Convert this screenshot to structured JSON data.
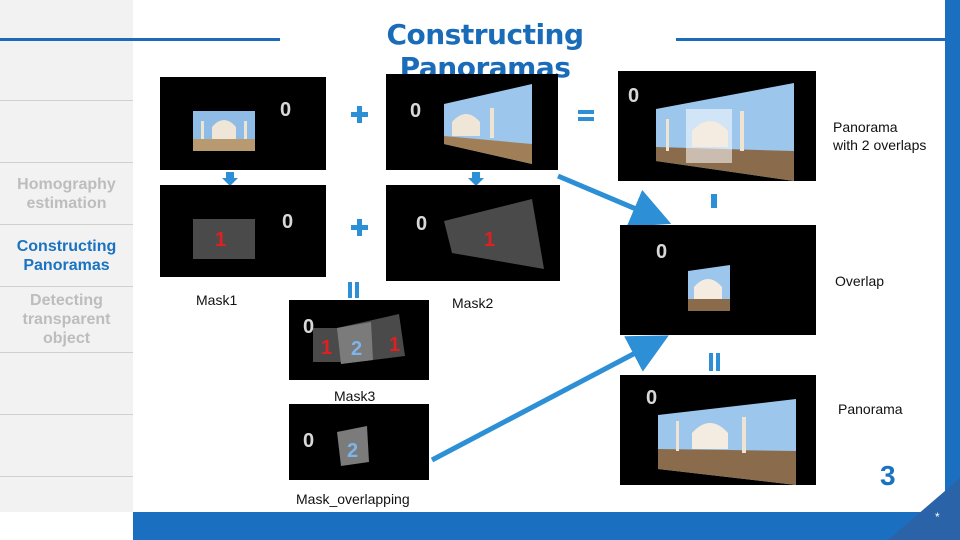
{
  "slide": {
    "title": "Constructing Panoramas",
    "page_number": "3",
    "footer_symbol": "*"
  },
  "sidebar": {
    "items": [
      {
        "label": "Homography\nestimation",
        "active": false
      },
      {
        "label": "Constructing\nPanoramas",
        "active": true
      },
      {
        "label": "Detecting\ntransparent\nobject",
        "active": false
      }
    ]
  },
  "diagram": {
    "zero_label": "0",
    "region_one": "1",
    "region_two": "2",
    "captions": {
      "mask1": "Mask1",
      "mask2": "Mask2",
      "mask3": "Mask3",
      "mask_overlapping": "Mask_overlapping",
      "panorama_overlaps": "Panorama\nwith 2  overlaps",
      "overlap": "Overlap",
      "panorama": "Panorama"
    }
  },
  "colors": {
    "accent": "#1a6bb8",
    "bar": "#1b6fc0",
    "mask_region": "#4a4a4a",
    "mask_red": "#e02020",
    "mask_blue": "#7fb4e8"
  }
}
